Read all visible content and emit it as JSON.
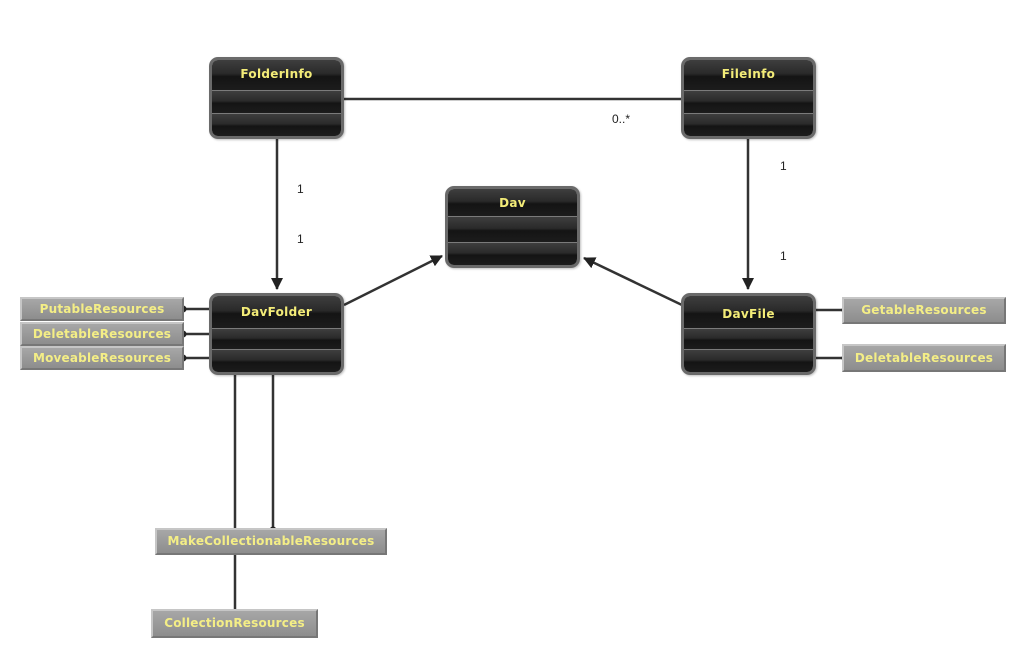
{
  "classes": {
    "folder_info": "FolderInfo",
    "file_info": "FileInfo",
    "dav": "Dav",
    "dav_folder": "DavFolder",
    "dav_file": "DavFile"
  },
  "interfaces": {
    "putable": "PutableResources",
    "deletable_folder": "DeletableResources",
    "moveable": "MoveableResources",
    "getable": "GetableResources",
    "deletable_file": "DeletableResources",
    "make_collectionable": "MakeCollectionableResources",
    "collection": "CollectionResources"
  },
  "multiplicities": {
    "folderinfo_fileinfo": "0..*",
    "folderinfo_source": "1",
    "davfolder_target": "1",
    "fileinfo_source": "1",
    "davfile_target": "1"
  },
  "colors": {
    "class_fill": "#1c1c1c",
    "class_border": "#6a6a6a",
    "class_title_text": "#f3ec78",
    "interface_fill": "#9a9a9a",
    "interface_text": "#f4ee86",
    "connector": "#333333"
  }
}
